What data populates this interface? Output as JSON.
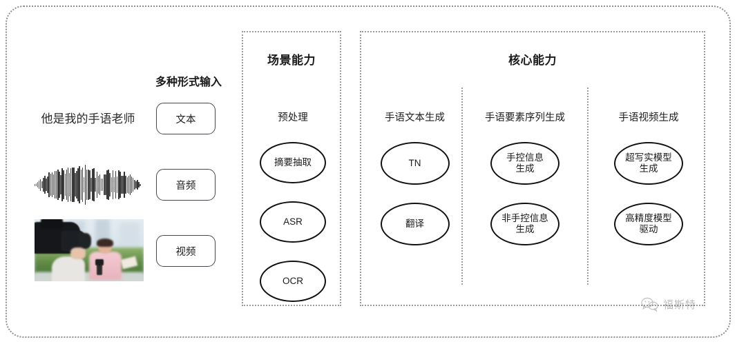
{
  "diagram": {
    "outer_frame": "dotted-rounded-rectangle",
    "input_section": {
      "heading": "多种形式输入",
      "sample_text": "他是我的手语老师",
      "waveform_icon": "audio-waveform",
      "video_thumbnail_icon": "video-camera-reporter-photo",
      "modalities": [
        {
          "label": "文本",
          "name": "text"
        },
        {
          "label": "音频",
          "name": "audio"
        },
        {
          "label": "视频",
          "name": "video"
        }
      ]
    },
    "scene_panel": {
      "title": "场景能力",
      "columns": [
        {
          "head": "预处理",
          "nodes": [
            {
              "lines": [
                "摘要抽取"
              ]
            },
            {
              "lines": [
                "ASR"
              ]
            },
            {
              "lines": [
                "OCR"
              ]
            }
          ]
        }
      ]
    },
    "core_panel": {
      "title": "核心能力",
      "columns": [
        {
          "head": "手语文本生成",
          "nodes": [
            {
              "lines": [
                "TN"
              ]
            },
            {
              "lines": [
                "翻译"
              ]
            }
          ]
        },
        {
          "head": "手语要素序列生成",
          "nodes": [
            {
              "lines": [
                "手控信息",
                "生成"
              ]
            },
            {
              "lines": [
                "非手控信息",
                "生成"
              ]
            }
          ]
        },
        {
          "head": "手语视频生成",
          "nodes": [
            {
              "lines": [
                "超写实模型",
                "生成"
              ]
            },
            {
              "lines": [
                "高精度模型",
                "驱动"
              ]
            }
          ]
        }
      ]
    },
    "watermark": {
      "label": "福斯特",
      "icon": "wechat-bubble-icon"
    },
    "colors": {
      "frame_dotted": "#8d8d8d",
      "panel_dotted": "#9a9a9a",
      "ellipse_stroke": "#111111",
      "pill_stroke": "#44484d",
      "text": "#1c1c1c",
      "background": "#ffffff"
    }
  }
}
